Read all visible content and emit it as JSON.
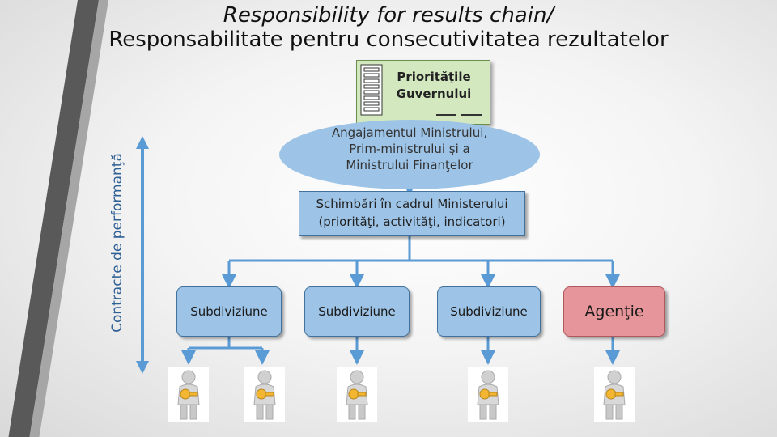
{
  "title": {
    "line1": "Responsibility for results chain/",
    "line2": "Responsabilitate pentru consecutivitatea rezultatelor"
  },
  "side_label": "Contracte de performanţă",
  "priorities": {
    "label": "Priorităţile Guvernului"
  },
  "commitment": {
    "line1": "Angajamentul Ministrului,",
    "line2": "Prim-ministrului şi a",
    "line3": "Ministrului Finanţelor"
  },
  "changes": {
    "line1": "Schimbări în cadrul Ministerului",
    "line2": "(priorităţi, activităţi, indicatori)"
  },
  "units": [
    {
      "label": "Subdiviziune"
    },
    {
      "label": "Subdiviziune"
    },
    {
      "label": "Subdiviziune"
    },
    {
      "label": "Agenţie"
    }
  ],
  "colors": {
    "accent_blue": "#9dc3e6",
    "connector_blue": "#5b9bd5",
    "agency_red": "#e6969a",
    "doc_green": "#d3e8bf",
    "person_icon": "person-with-key-icon"
  }
}
